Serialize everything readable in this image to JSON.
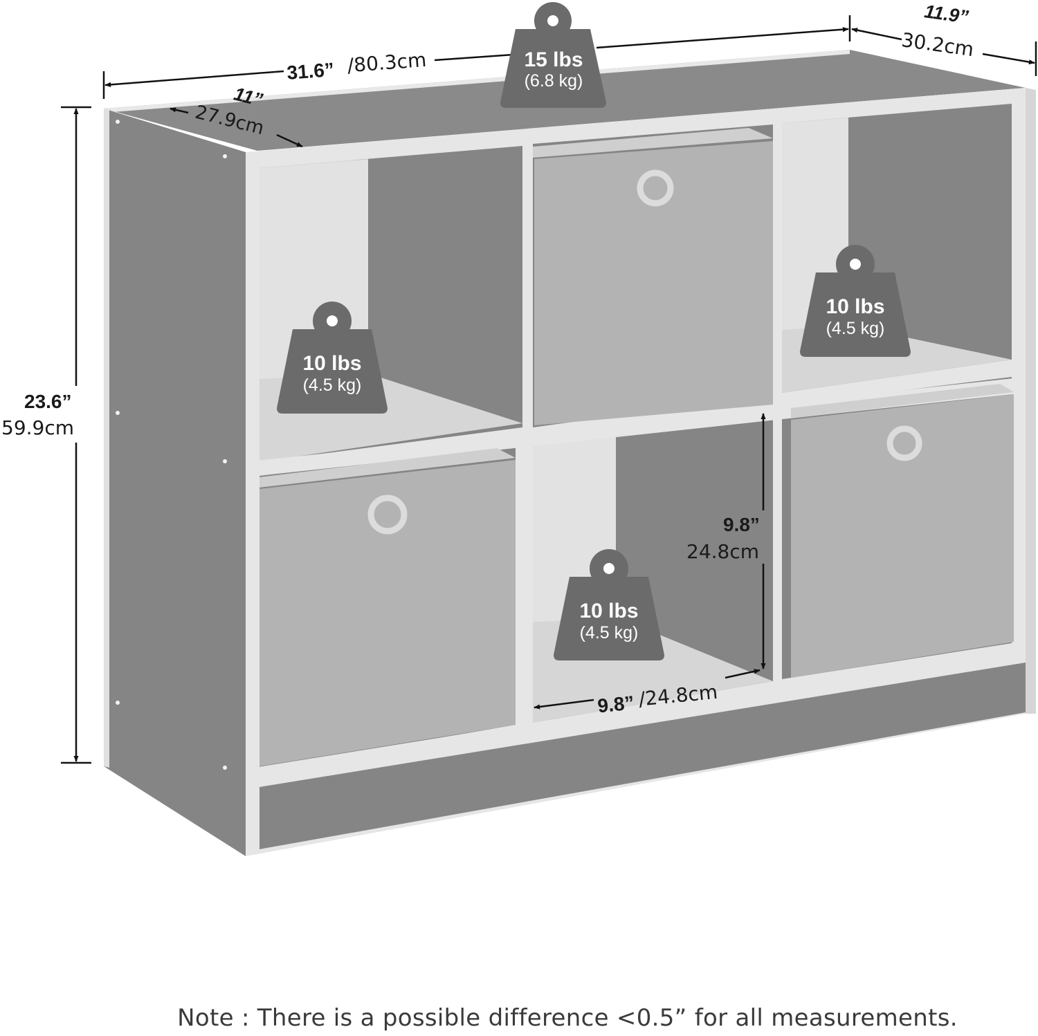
{
  "dimensions": {
    "width": {
      "inch": "31.6”",
      "cm": "/80.3cm"
    },
    "depth_top": {
      "inch": "11.9”",
      "cm": "30.2cm"
    },
    "depth_side": {
      "inch": "11”",
      "cm": "27.9cm"
    },
    "height": {
      "inch": "23.6”",
      "cm": "59.9cm"
    },
    "cube_height": {
      "inch": "9.8”",
      "cm": "24.8cm"
    },
    "cube_width": {
      "inch": "9.8”",
      "cm": "/24.8cm"
    }
  },
  "weights": {
    "top": {
      "lbs": "15 lbs",
      "kg": "(6.8 kg)"
    },
    "left": {
      "lbs": "10 lbs",
      "kg": "(4.5 kg)"
    },
    "right": {
      "lbs": "10 lbs",
      "kg": "(4.5 kg)"
    },
    "bottom": {
      "lbs": "10 lbs",
      "kg": "(4.5 kg)"
    }
  },
  "note": "Note : There is a possible difference <0.5” for all measurements.",
  "colors": {
    "shelf_body": "#858585",
    "shelf_edge": "#e6e6e6",
    "bin": "#b3b3b3",
    "weight_icon": "#6b6b6b",
    "dimension_line": "#111111"
  }
}
